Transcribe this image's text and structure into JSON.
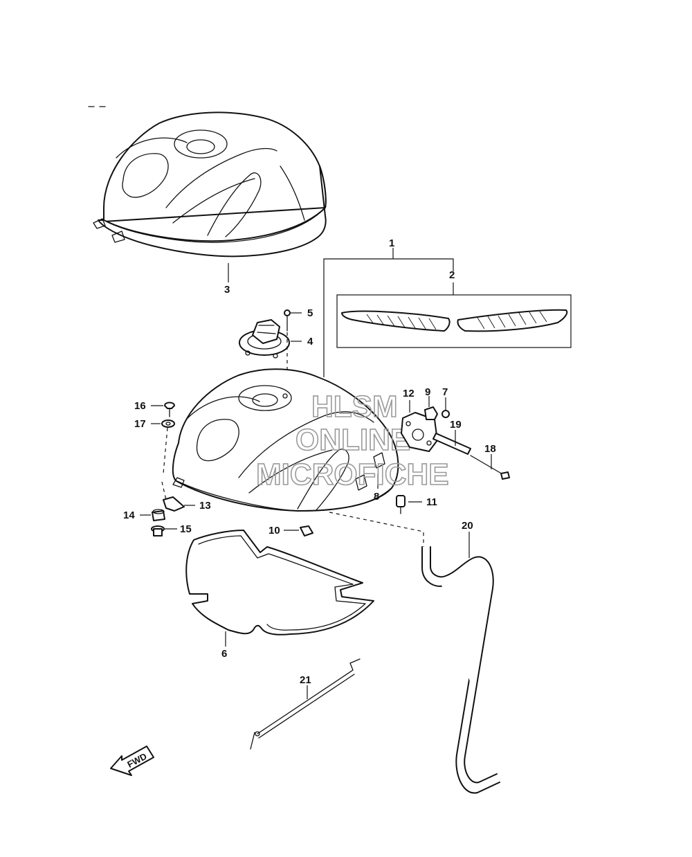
{
  "watermark": {
    "line1": "HLSM",
    "line2": "ONLINE",
    "line3": "MICROFICHE"
  },
  "fwd_label": "FWD",
  "callouts": {
    "p1": "1",
    "p2": "2",
    "p3": "3",
    "p4": "4",
    "p5": "5",
    "p6": "6",
    "p7": "7",
    "p8": "8",
    "p9": "9",
    "p10": "10",
    "p11": "11",
    "p12": "12",
    "p13": "13",
    "p14": "14",
    "p15": "15",
    "p16": "16",
    "p17": "17",
    "p18": "18",
    "p19": "19",
    "p20": "20",
    "p21": "21"
  },
  "colors": {
    "line": "#111111",
    "watermark": "#9a9a9a",
    "background": "#ffffff"
  }
}
